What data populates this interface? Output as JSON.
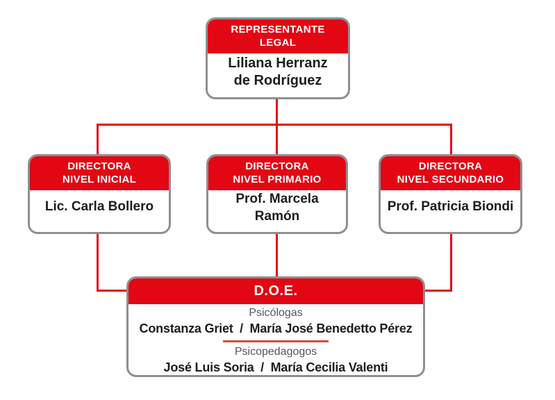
{
  "colors": {
    "accent_red": "#e30613",
    "divider_red": "#e2433c",
    "border_gray": "#8f8f91",
    "label_gray": "#55565a",
    "text_black": "#1d1d1b",
    "header_text": "#ffffff",
    "background": "#ffffff"
  },
  "org": {
    "root": {
      "header": "REPRESENTANTE\nLEGAL",
      "body": "Liliana Herranz\nde Rodríguez"
    },
    "level2": [
      {
        "header": "DIRECTORA\nNIVEL INICIAL",
        "body": "Lic. Carla Bollero"
      },
      {
        "header": "DIRECTORA\nNIVEL PRIMARIO",
        "body": "Prof. Marcela Ramón"
      },
      {
        "header": "DIRECTORA\nNIVEL SECUNDARIO",
        "body": "Prof. Patricia Biondi"
      }
    ],
    "doe": {
      "header": "D.O.E.",
      "groups": [
        {
          "label": "Psicólogas",
          "names": "Constanza Griet  /  María José Benedetto Pérez"
        },
        {
          "label": "Psicopedagogos",
          "names": "José Luis Soria  /  María Cecilia Valenti"
        }
      ]
    },
    "edges": [
      {
        "from": "REPRESENTANTE LEGAL",
        "to": "DIRECTORA NIVEL INICIAL"
      },
      {
        "from": "REPRESENTANTE LEGAL",
        "to": "DIRECTORA NIVEL PRIMARIO"
      },
      {
        "from": "REPRESENTANTE LEGAL",
        "to": "DIRECTORA NIVEL SECUNDARIO"
      },
      {
        "from": "DIRECTORA NIVEL INICIAL",
        "to": "D.O.E."
      },
      {
        "from": "DIRECTORA NIVEL PRIMARIO",
        "to": "D.O.E."
      },
      {
        "from": "DIRECTORA NIVEL SECUNDARIO",
        "to": "D.O.E."
      }
    ]
  }
}
